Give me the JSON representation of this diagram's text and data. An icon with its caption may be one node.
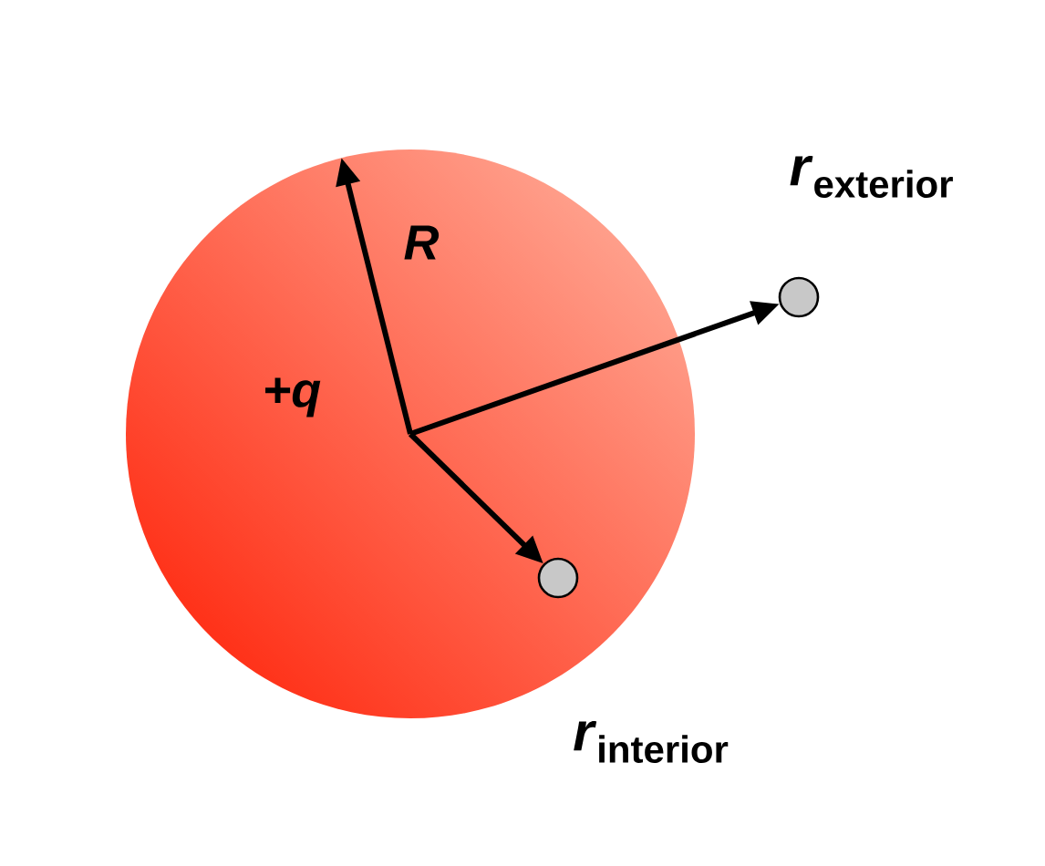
{
  "diagram": {
    "nodes": [
      {
        "text": [
          "+q"
        ]
      },
      {
        "text": [],
        "shape": "circle",
        "beside": [
          "*r*$_{exterior}$"
        ]
      },
      {
        "text": [],
        "shape": "circle",
        "beside": [
          "*r*$_{interior}$"
        ]
      }
    ],
    "edges": [
      {
        "from": null,
        "to": 1,
        "arrow": "to"
      },
      {
        "from": null,
        "to": 2,
        "arrow": "to"
      }
    ],
    "labels": [
      "R"
    ]
  }
}
